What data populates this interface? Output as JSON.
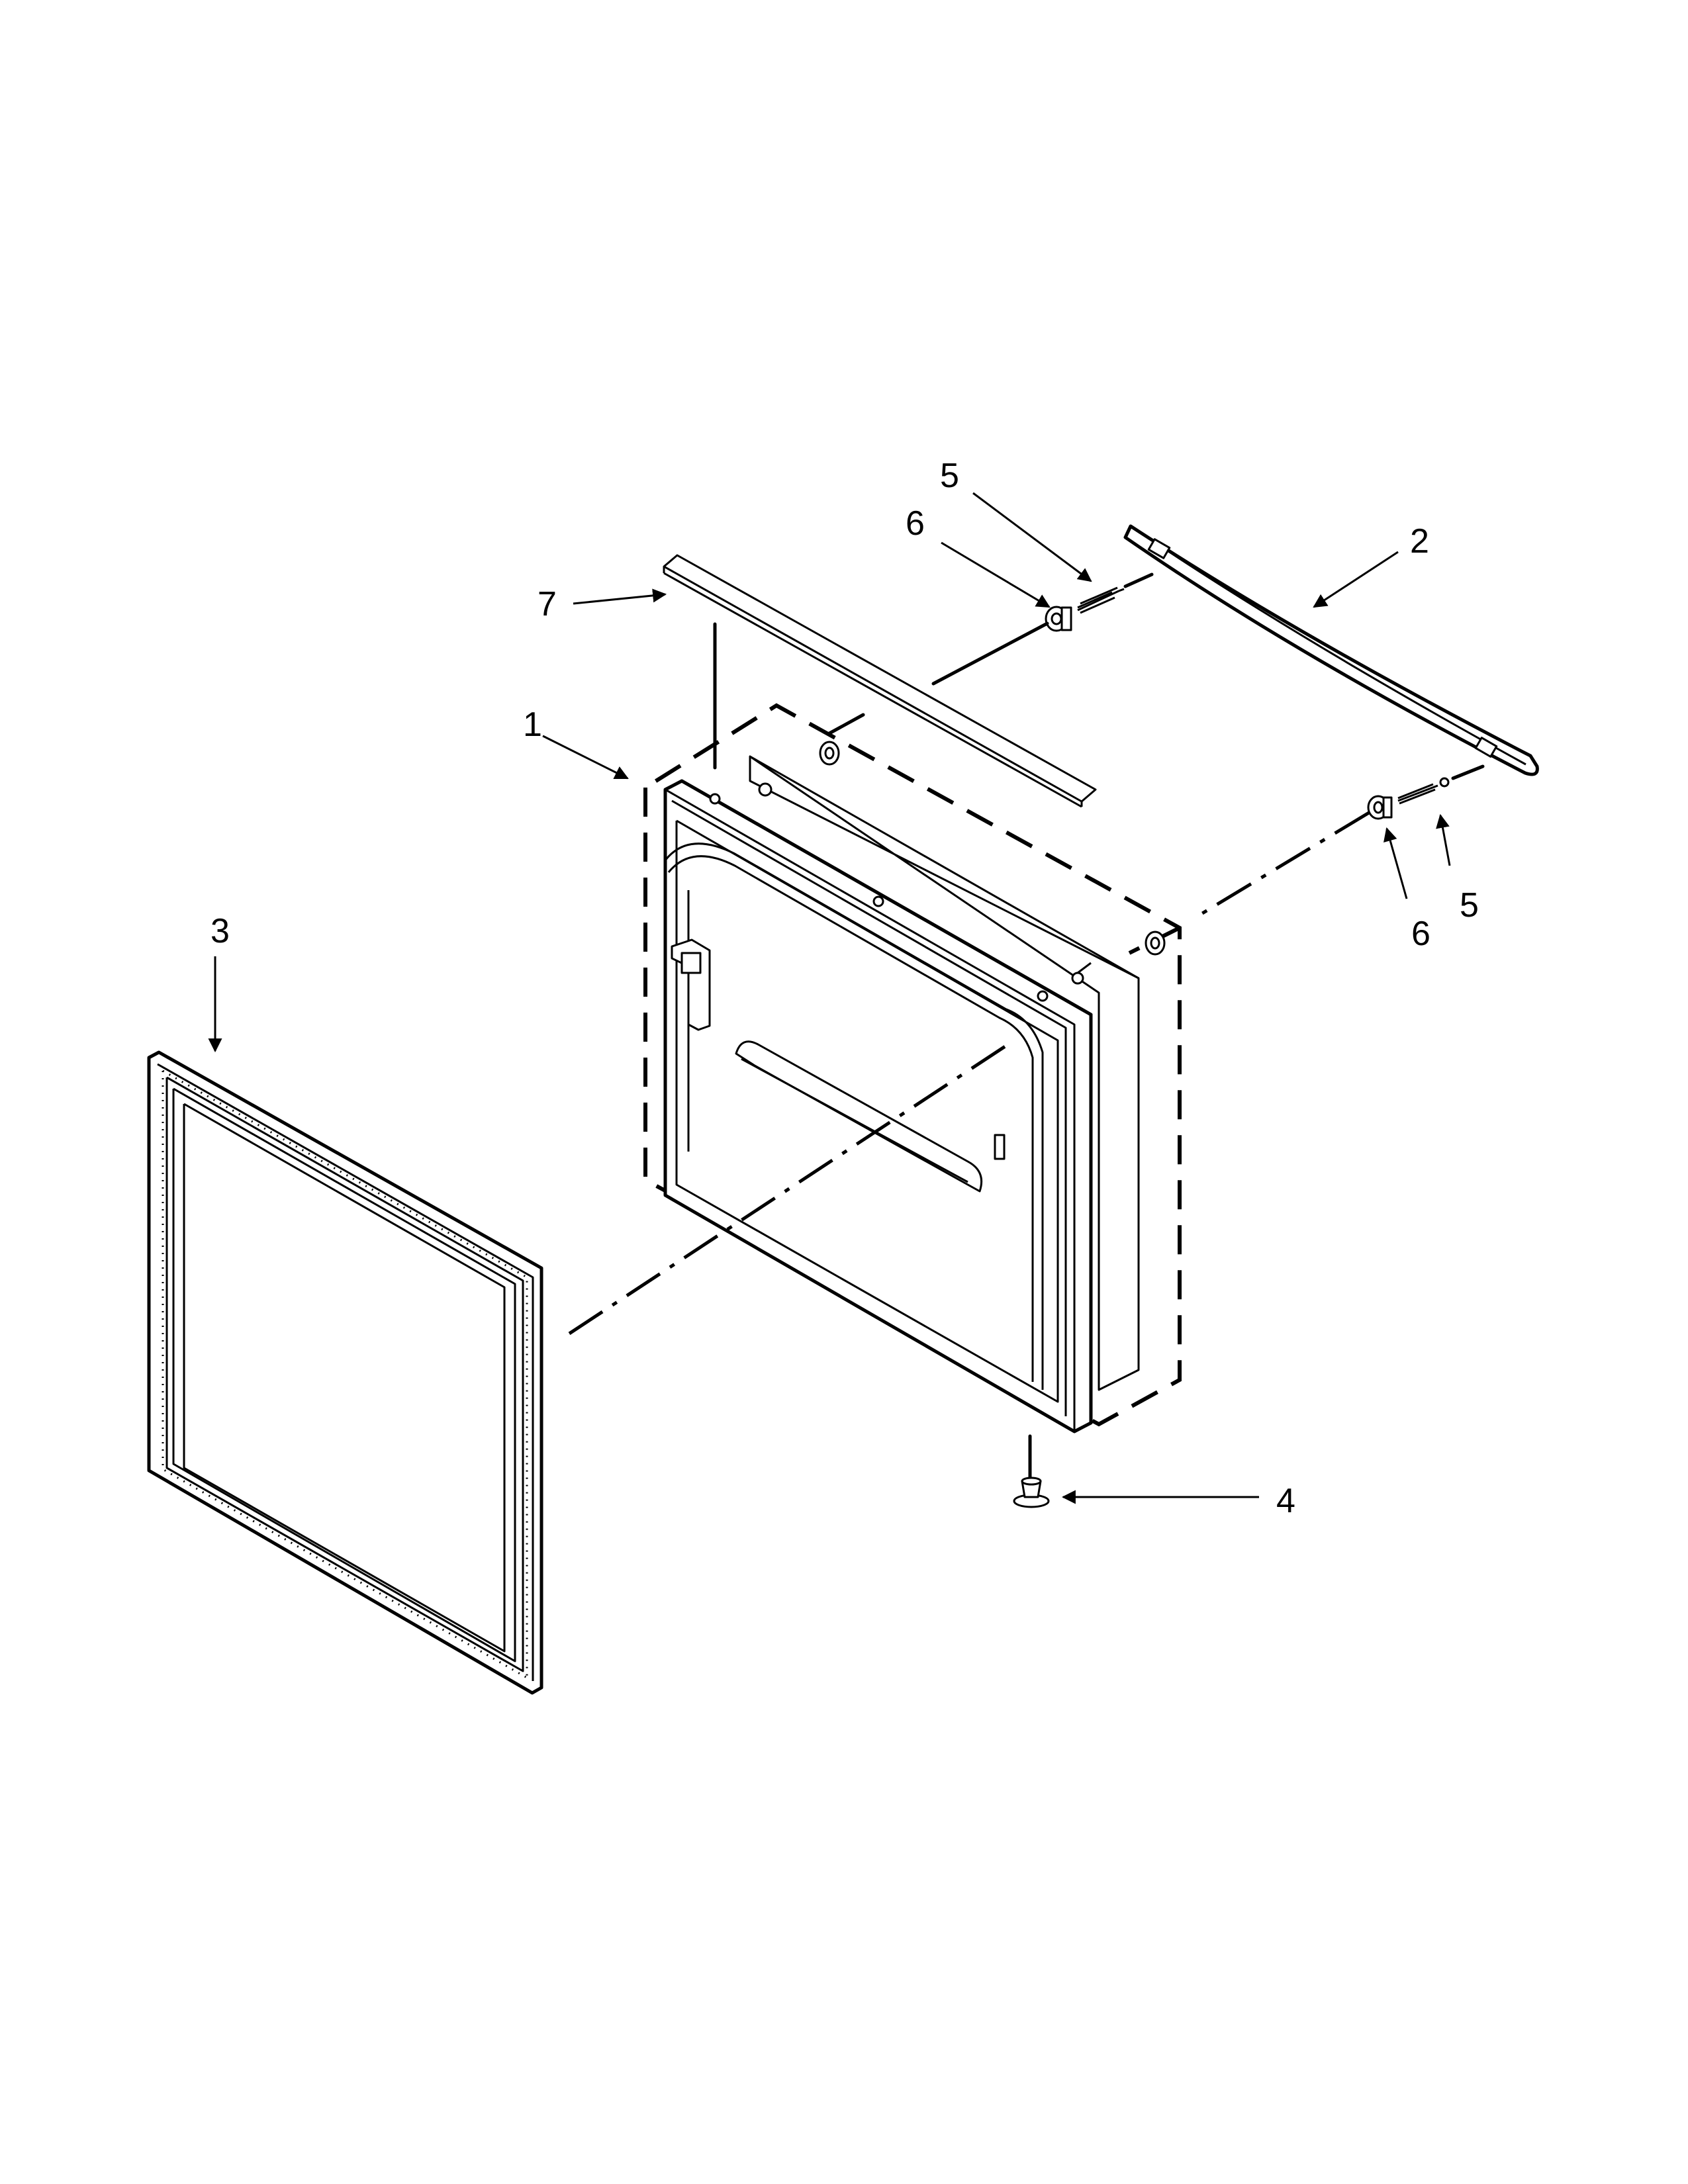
{
  "diagram": {
    "callouts": {
      "door_assembly": "1",
      "handle": "2",
      "gasket": "3",
      "foot": "4",
      "screw_top": "5",
      "screw_bottom": "5",
      "spacer_top": "6",
      "spacer_bottom": "6",
      "trim_strip": "7"
    }
  }
}
